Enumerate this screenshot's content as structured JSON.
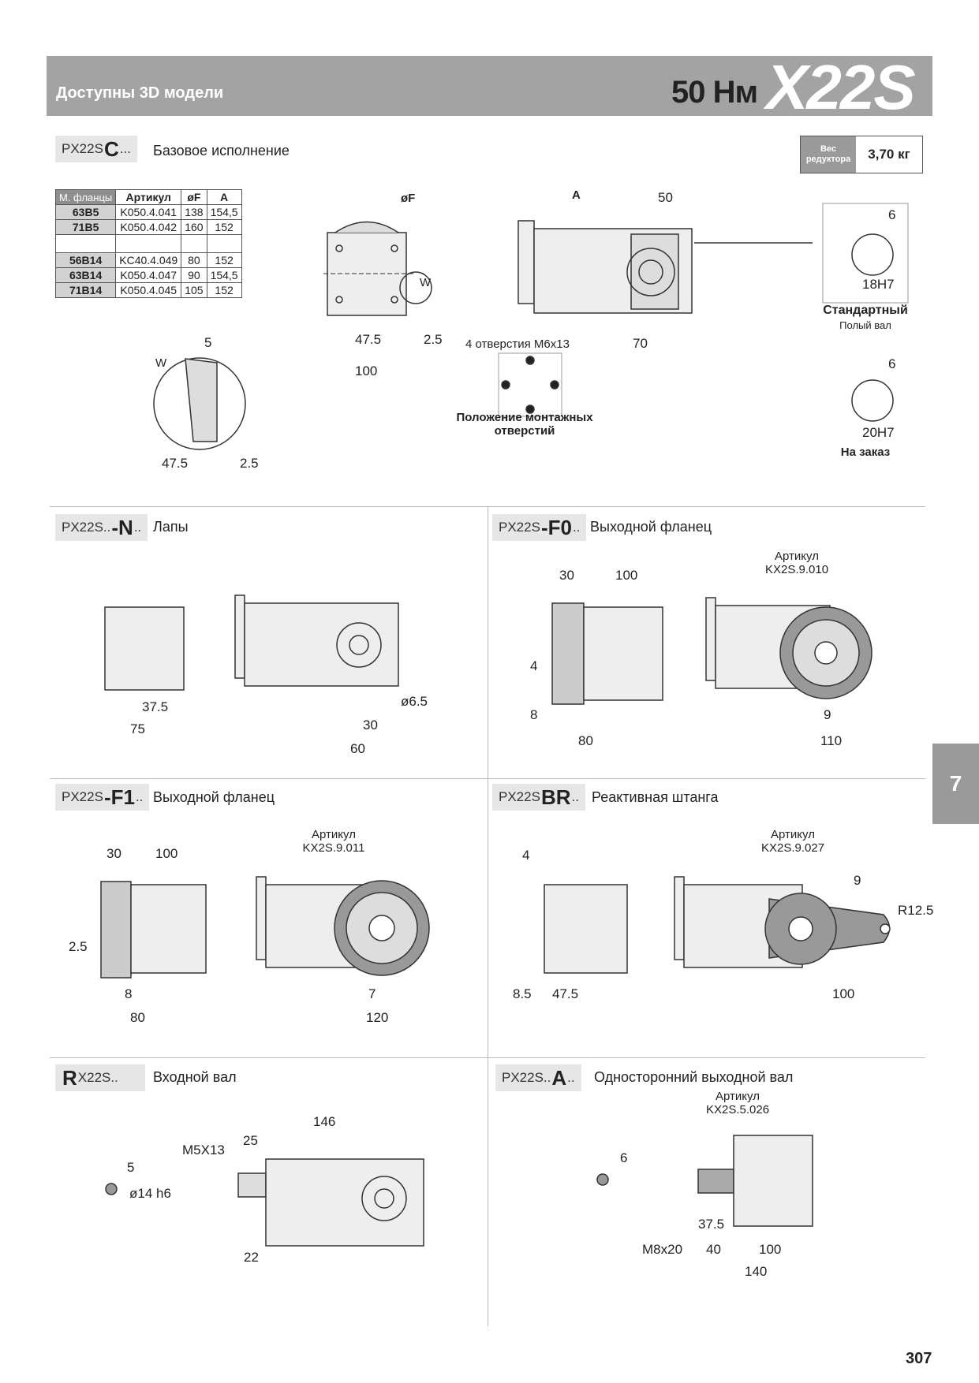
{
  "header": {
    "subtitle": "Доступны 3D модели",
    "torque": "50 Нм",
    "model": "X22S"
  },
  "weight": {
    "label": "Вес редуктора",
    "value": "3,70 кг"
  },
  "sections": {
    "base": {
      "prefix": "PX22S",
      "code": "C",
      "suffix": "...",
      "title": "Базовое исполнение"
    },
    "feet": {
      "prefix": "PX22S..",
      "code": "-N",
      "suffix": "..",
      "title": "Лапы"
    },
    "f0": {
      "prefix": "PX22S",
      "code": "-F0",
      "suffix": "..",
      "title": "Выходной фланец"
    },
    "f1": {
      "prefix": "PX22S",
      "code": "-F1",
      "suffix": "..",
      "title": "Выходной фланец"
    },
    "br": {
      "prefix": "PX22S",
      "code": "BR",
      "suffix": "..",
      "title": "Реактивная штанга"
    },
    "r": {
      "prefix": "",
      "code": "R",
      "suffix": "X22S..",
      "title": "Входной вал"
    },
    "a": {
      "prefix": "PX22S..",
      "code": "A",
      "suffix": "..",
      "title": "Односторонний выходной вал"
    }
  },
  "flange_table": {
    "headers": [
      "М. фланцы",
      "Артикул",
      "øF",
      "A"
    ],
    "rows": [
      [
        "63B5",
        "K050.4.041",
        "138",
        "154,5"
      ],
      [
        "71B5",
        "K050.4.042",
        "160",
        "152"
      ],
      [
        "",
        "",
        "",
        ""
      ],
      [
        "56B14",
        "KC40.4.049",
        "80",
        "152"
      ],
      [
        "63B14",
        "K050.4.047",
        "90",
        "154,5"
      ],
      [
        "71B14",
        "K050.4.045",
        "105",
        "152"
      ]
    ]
  },
  "labels": {
    "mount_holes": "4 отверстия М6х13",
    "mount_pos": "Положение монтажных отверстий",
    "std": "Стандартный",
    "hollow": "Полый вал",
    "order": "На заказ",
    "art_f0": "Артикул KX2S.9.010",
    "art_f1": "Артикул KX2S.9.011",
    "art_br": "Артикул KX2S.9.027",
    "art_a": "Артикул KX2S.5.026",
    "oF": "øF",
    "W": "W",
    "A": "A"
  },
  "page": {
    "tab": "7",
    "number": "307"
  }
}
